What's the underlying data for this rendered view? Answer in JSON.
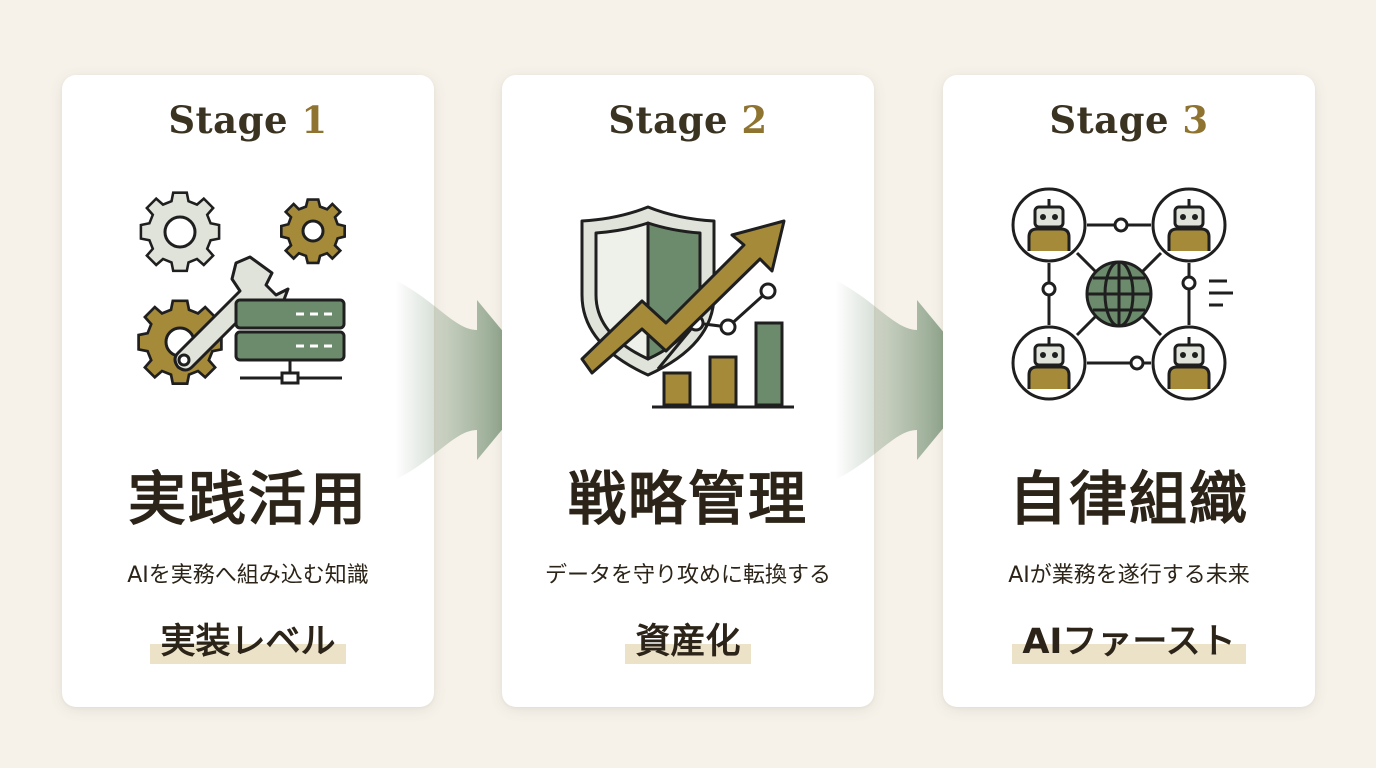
{
  "stages": [
    {
      "stage_word": "Stage",
      "stage_number": "1",
      "title": "実践活用",
      "subtitle": "AIを実務へ組み込む知識",
      "tag": "実装レベル",
      "icon": "gears-wrench-server-icon"
    },
    {
      "stage_word": "Stage",
      "stage_number": "2",
      "title": "戦略管理",
      "subtitle": "データを守り攻めに転換する",
      "tag": "資産化",
      "icon": "shield-growth-chart-icon"
    },
    {
      "stage_word": "Stage",
      "stage_number": "3",
      "title": "自律組織",
      "subtitle": "AIが業務を遂行する未来",
      "tag": "AIファースト",
      "icon": "robot-network-globe-icon"
    }
  ],
  "colors": {
    "background": "#f6f2ea",
    "card": "#ffffff",
    "gold": "#8e7430",
    "green": "#6c8a6c",
    "sage": "#dde3d6",
    "dark": "#2c2418"
  }
}
